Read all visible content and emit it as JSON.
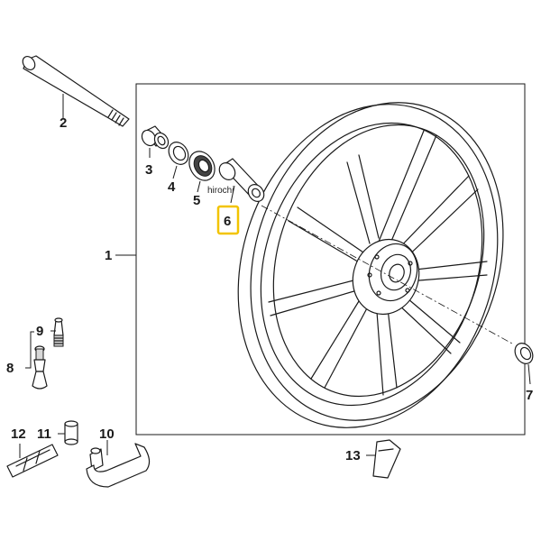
{
  "callouts": {
    "c1": "1",
    "c2": "2",
    "c3": "3",
    "c4": "4",
    "c5": "5",
    "c6": "6",
    "c7": "7",
    "c8": "8",
    "c9": "9",
    "c10": "10",
    "c11": "11",
    "c12": "12",
    "c13": "13"
  },
  "watermark": "hirochi",
  "highlight_color": "#f2c400"
}
